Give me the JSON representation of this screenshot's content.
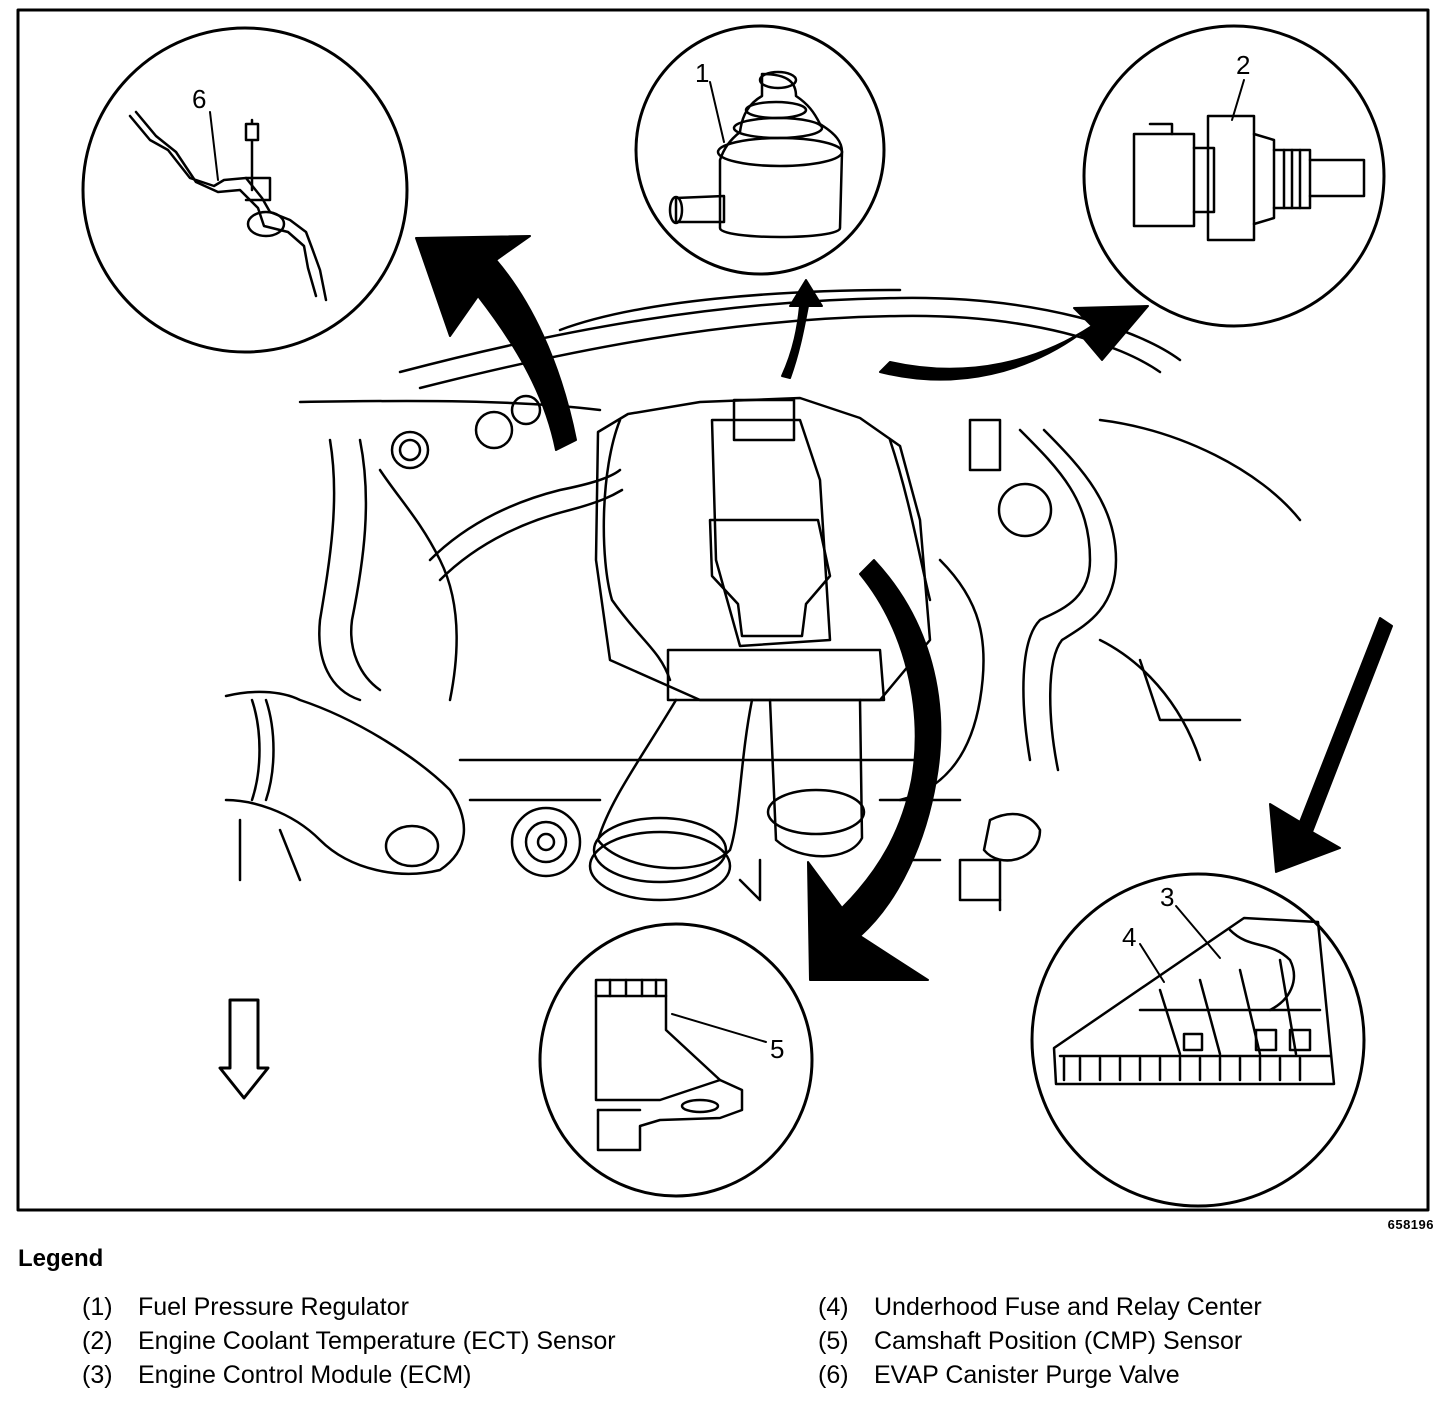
{
  "figure_id": "658196",
  "callouts": {
    "c1": "1",
    "c2": "2",
    "c3": "3",
    "c4": "4",
    "c5": "5",
    "c6": "6"
  },
  "legend": {
    "title": "Legend",
    "items": [
      {
        "num": "(1)",
        "label": "Fuel Pressure Regulator"
      },
      {
        "num": "(2)",
        "label": "Engine Coolant Temperature (ECT) Sensor"
      },
      {
        "num": "(3)",
        "label": "Engine Control Module (ECM)"
      },
      {
        "num": "(4)",
        "label": "Underhood Fuse and Relay Center"
      },
      {
        "num": "(5)",
        "label": "Camshaft Position (CMP) Sensor"
      },
      {
        "num": "(6)",
        "label": "EVAP Canister Purge Valve"
      }
    ]
  }
}
